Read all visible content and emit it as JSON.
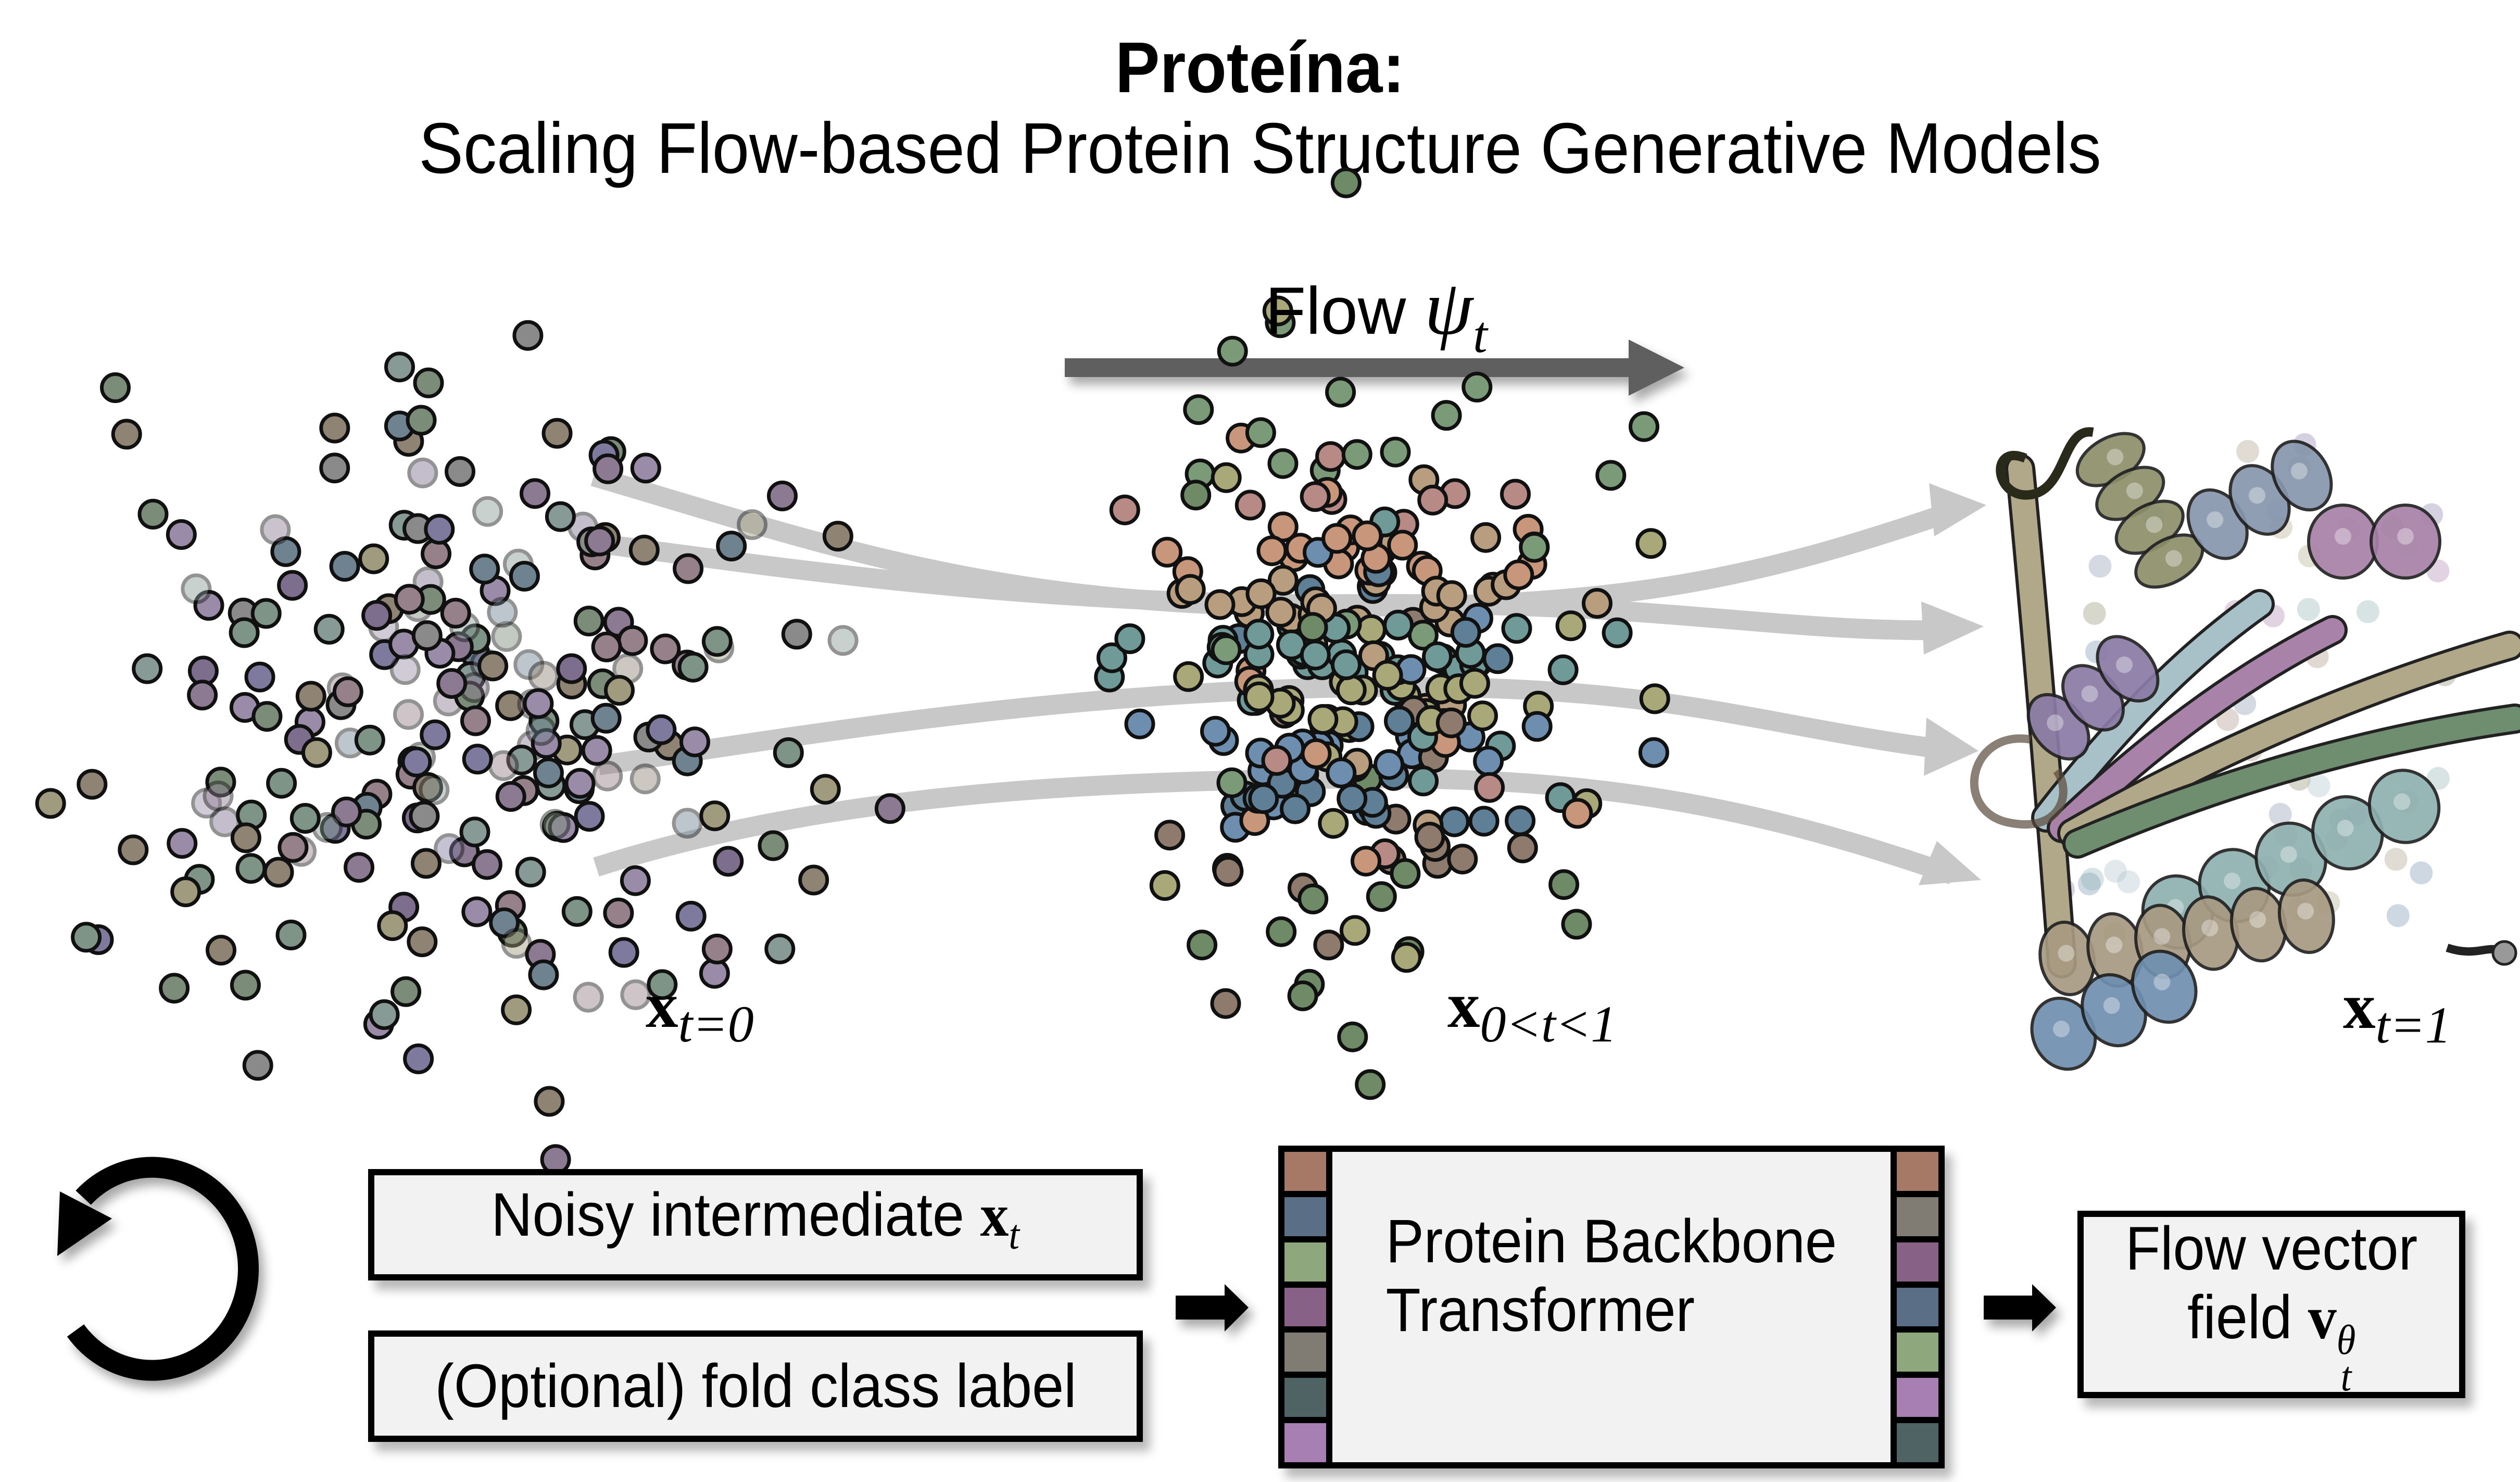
{
  "title": {
    "main": "Proteína:",
    "subtitle": "Scaling Flow-based Protein Structure Generative Models"
  },
  "flow": {
    "label": "Flow",
    "symbol": "ψ",
    "subscript": "t",
    "arrow_color": "#5f5f5f"
  },
  "states": [
    {
      "id": "noise",
      "var": "x",
      "subscript": "t=0"
    },
    {
      "id": "intermediate",
      "var": "x",
      "subscript": "0<t<1"
    },
    {
      "id": "structure",
      "var": "x",
      "subscript": "t=1"
    }
  ],
  "trajectory_color": "#c8c8c8",
  "sphere_palettes": {
    "noise": [
      "#8f8474",
      "#7d6e8e",
      "#7b8c78",
      "#6f8290",
      "#8c7a92",
      "#a09a7e",
      "#889a96",
      "#7e7a9e",
      "#96808a",
      "#8a8a8a",
      "#9a8ca8",
      "#7e9486"
    ],
    "intermediate": [
      "#7a9a78",
      "#b88a86",
      "#c8967a",
      "#b89e7e",
      "#6f9a98",
      "#a8a878",
      "#6e8eb0",
      "#5f7f97",
      "#8e7b6e",
      "#6f8a66"
    ]
  },
  "protein_ribbon_colors": [
    "#8d8f6a",
    "#8696ad",
    "#8a7aa6",
    "#a882a8",
    "#a8c0c8",
    "#b0a888",
    "#6f8e6f",
    "#8fb0b0",
    "#a89a82",
    "#6f8fb0",
    "#a89080"
  ],
  "pipeline": {
    "inputs": [
      {
        "label": "Noisy intermediate",
        "var": "x",
        "subscript": "t"
      },
      {
        "label": "(Optional) fold class label"
      }
    ],
    "model": {
      "line1": "Protein Backbone",
      "line2": "Transformer",
      "left_chips": [
        "#a57966",
        "#5a6e85",
        "#8ea77d",
        "#876186",
        "#807c74",
        "#4f6364",
        "#a77fb2"
      ],
      "right_chips": [
        "#a57966",
        "#807c74",
        "#876186",
        "#5a6e85",
        "#8ea77d",
        "#a77fb2",
        "#4f6364"
      ]
    },
    "output": {
      "line1": "Flow vector",
      "line2": "field",
      "var": "v",
      "subscript": "t",
      "superscript": "θ"
    },
    "loop_icon": "counterclockwise-loop-arrow"
  }
}
